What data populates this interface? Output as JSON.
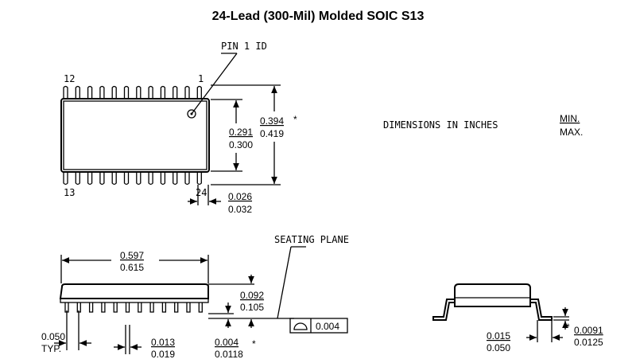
{
  "title": "24-Lead (300-Mil) Molded SOIC S13",
  "top_view": {
    "pin1_id_label": "PIN 1 ID",
    "pin_labels": {
      "top_left": "12",
      "top_right": "1",
      "bottom_left": "13",
      "bottom_right": "24"
    },
    "body_width": {
      "min": "0.291",
      "max": "0.300"
    },
    "overall_width": {
      "min": "0.394",
      "max": "0.419",
      "note": "*"
    },
    "lead_width": {
      "min": "0.026",
      "max": "0.032"
    }
  },
  "legend": {
    "text": "DIMENSIONS IN INCHES",
    "min": "MIN.",
    "max": "MAX."
  },
  "side_view": {
    "seating_plane_label": "SEATING PLANE",
    "length": {
      "min": "0.597",
      "max": "0.615"
    },
    "height": {
      "min": "0.092",
      "max": "0.105"
    },
    "pitch": {
      "value": "0.050",
      "note": "TYP."
    },
    "lead_thickness": {
      "min": "0.013",
      "max": "0.019"
    },
    "standoff": {
      "min": "0.004",
      "max": "0.0118",
      "note": "*"
    },
    "coplanarity": "0.004"
  },
  "end_view": {
    "foot_length": {
      "min": "0.015",
      "max": "0.050"
    },
    "lead_thickness": {
      "min": "0.0091",
      "max": "0.0125",
      "note": "*"
    }
  }
}
